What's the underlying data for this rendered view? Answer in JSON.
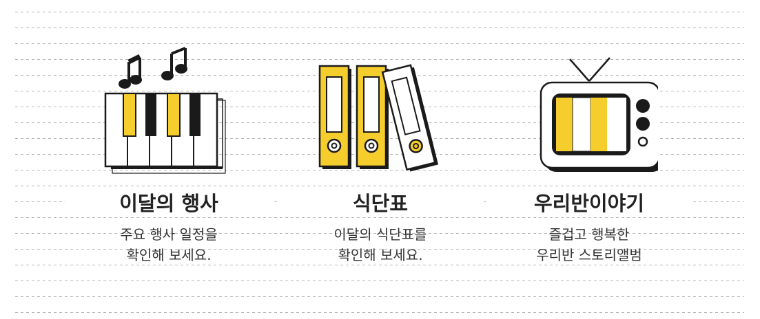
{
  "cards": [
    {
      "title": "이달의 행사",
      "desc_line1": "주요 행사 일정을",
      "desc_line2": "확인해 보세요.",
      "icon": "piano-music-icon"
    },
    {
      "title": "식단표",
      "desc_line1": "이달의 식단표를",
      "desc_line2": "확인해 보세요.",
      "icon": "binders-icon"
    },
    {
      "title": "우리반이야기",
      "desc_line1": "즐겁고 행복한",
      "desc_line2": "우리반 스토리앨범",
      "icon": "television-icon"
    }
  ],
  "colors": {
    "accent_yellow": "#f5cd2d",
    "ink": "#1a1a1a",
    "rule_line": "#b5b5b5"
  }
}
